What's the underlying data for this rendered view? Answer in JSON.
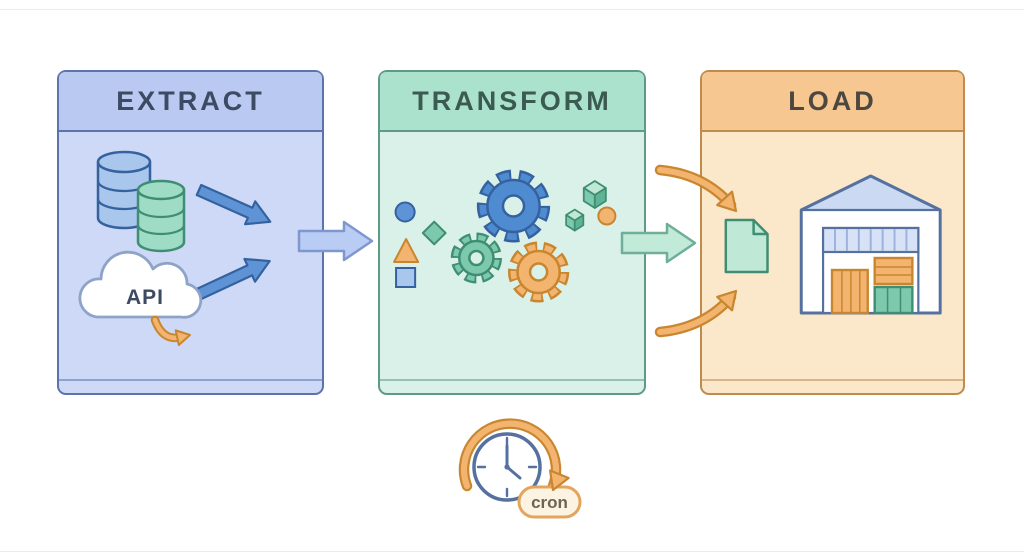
{
  "panels": {
    "extract": {
      "title": "EXTRACT",
      "api_label": "API"
    },
    "transform": {
      "title": "TRANSFORM"
    },
    "load": {
      "title": "LOAD"
    }
  },
  "scheduler": {
    "label": "cron"
  },
  "icons": {
    "database-icon": "stacked-cylinder",
    "api-cloud-icon": "cloud",
    "flow-arrow-icon": "block-arrow",
    "refresh-arrow-icon": "small-curved-arrow",
    "gear-icon": "gear",
    "shape-circle-icon": "circle",
    "shape-diamond-icon": "diamond",
    "shape-triangle-icon": "triangle",
    "shape-square-icon": "square",
    "cube-icon": "isometric-cube",
    "file-icon": "document-page",
    "warehouse-icon": "warehouse-with-boxes",
    "curved-arrow-icon": "tapered-curved-arrow",
    "clock-icon": "analog-clock",
    "circular-arrow-icon": "clockwise-ring-arrow"
  },
  "colors": {
    "canvas-bg": "#ffffff",
    "extract-bg": "#cdd9f6",
    "extract-header": "#b9c9f1",
    "extract-border": "#5d74ab",
    "extract-title": "#3c4a63",
    "transform-bg": "#d9f1e8",
    "transform-header": "#abe2ce",
    "transform-border": "#5f9a86",
    "transform-title": "#3b5a52",
    "load-bg": "#fbe7ca",
    "load-header": "#f7c791",
    "load-border": "#c08c4d",
    "load-title": "#4c473f",
    "blue-dark": "#35629f",
    "blue-mid": "#5e94d6",
    "cyl-blue": "#a9c6ec",
    "blue-light": "#b9ccf3",
    "blue-pale-stroke": "#7e97cf",
    "teal-dark": "#3f8d72",
    "teal-mid": "#7cc9ae",
    "teal-deep": "#5fb394",
    "teal-light": "#c2ead9",
    "teal-arrow-stroke": "#6fae97",
    "green-cyl": "#9fdcc5",
    "orange-dark": "#c9862f",
    "orange-mid": "#f2b46e",
    "gear-blue": "#4e8bd0",
    "ink": "#55719f",
    "cloud-stroke": "#8fa3c8",
    "file-fill": "#bfe9d6",
    "roof-fill": "#ccd9f2",
    "lintel-fill": "#d8e2f6",
    "lintel-stripe": "#9fb2dc",
    "pill-bg": "#fdf3e2",
    "pill-border": "#e3a45c",
    "pill-text": "#6f6356"
  }
}
